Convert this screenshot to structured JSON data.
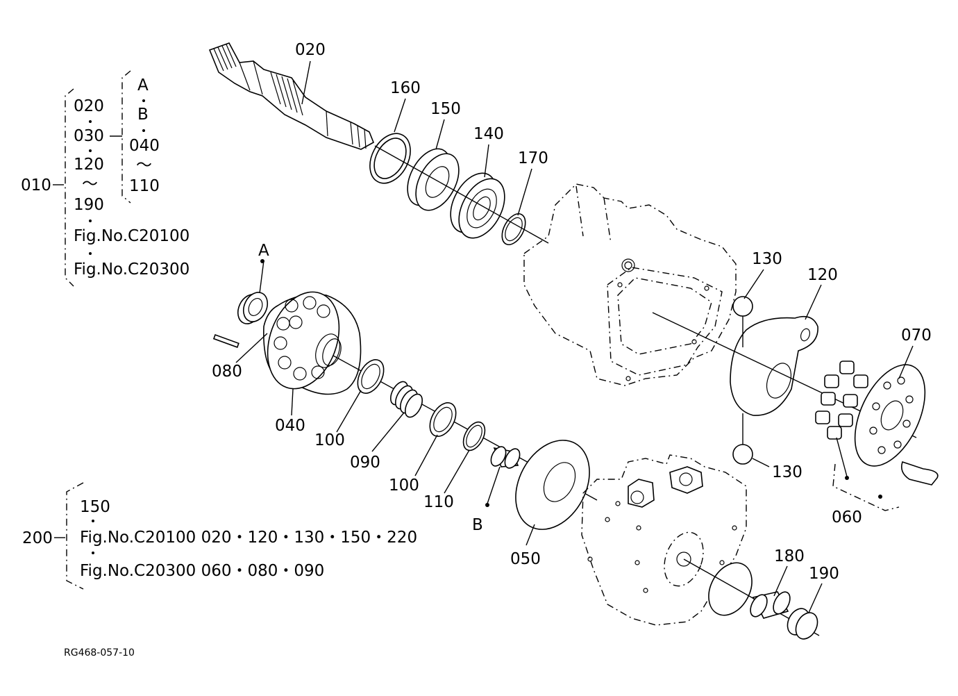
{
  "drawing_code": "RG468-057-10",
  "callouts": {
    "c020": "020",
    "c160": "160",
    "c150": "150",
    "c140": "140",
    "c170": "170",
    "c130a": "130",
    "c120": "120",
    "c070": "070",
    "c130b": "130",
    "c060": "060",
    "c080": "080",
    "c040": "040",
    "c100a": "100",
    "c090": "090",
    "c100b": "100",
    "c110": "110",
    "cB": "B",
    "cA": "A",
    "c050": "050",
    "c180": "180",
    "c190": "190"
  },
  "legend_010": {
    "parent": "010",
    "items": [
      "020",
      "030",
      "120",
      "〜",
      "190",
      "Fig.No.C20100",
      "Fig.No.C20300"
    ],
    "sub_items": [
      "A",
      "B",
      "040",
      "〜",
      "110"
    ]
  },
  "legend_200": {
    "parent": "200",
    "items": [
      "150",
      "Fig.No.C20100  020・120・130・150・220",
      "Fig.No.C20300  060・080・090"
    ]
  }
}
